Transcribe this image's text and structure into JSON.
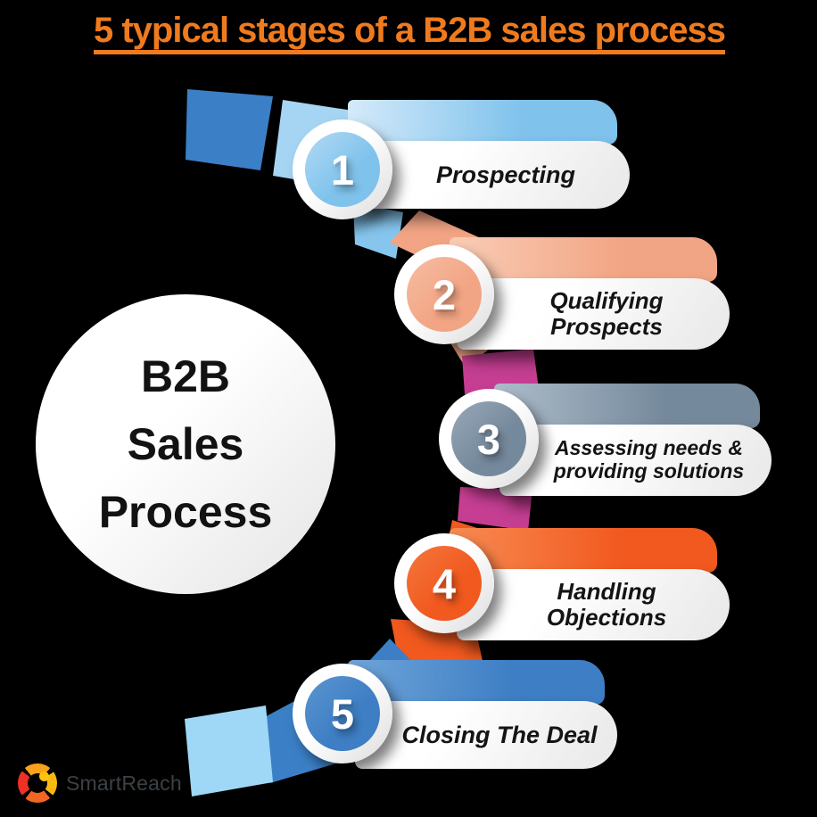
{
  "title": "5 typical stages of a B2B sales process",
  "center_circle": {
    "lines": [
      "B2B",
      "Sales",
      "Process"
    ]
  },
  "stages": [
    {
      "number": "1",
      "label": "Prospecting",
      "color": "#7FC2EC"
    },
    {
      "number": "2",
      "label": "Qualifying Prospects",
      "color": "#F2A584"
    },
    {
      "number": "3",
      "label": "Assessing needs & providing solutions",
      "color": "#75899C"
    },
    {
      "number": "4",
      "label": "Handling Objections",
      "color": "#F1591F"
    },
    {
      "number": "5",
      "label": "Closing The Deal",
      "color": "#3D7EC4"
    }
  ],
  "brand": {
    "name": "SmartReach"
  },
  "colors": {
    "background": "#000000",
    "title": "#EF7B1E",
    "stage1_arm_dark": "#3B80C6",
    "stage1_arm_light": "#A5D5F3",
    "magenta_ribbon": "#C53E92",
    "stage5_arm_light": "#9FD8F6",
    "plate": "#FFFFFF",
    "label_text": "#141414"
  }
}
